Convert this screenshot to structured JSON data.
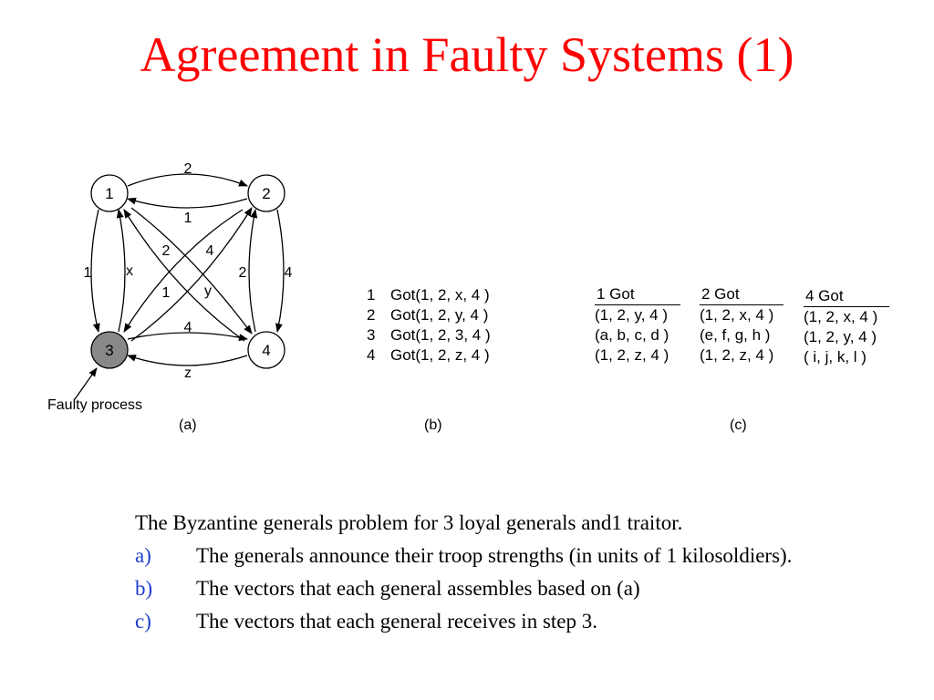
{
  "slide": {
    "title": "Agreement in Faulty Systems (1)"
  },
  "diagram_a": {
    "nodes": [
      "1",
      "2",
      "3",
      "4"
    ],
    "edge_labels": {
      "top_2": "2",
      "top_1": "1",
      "cross_2": "2",
      "cross_4": "4",
      "left_1": "1",
      "left_x": "x",
      "right_2": "2",
      "right_4": "4",
      "cross_1": "1",
      "cross_y": "y",
      "bottom_4": "4",
      "bottom_z": "z"
    },
    "faulty_label": "Faulty process",
    "caption": "(a)"
  },
  "table_b": {
    "rows": [
      {
        "id": "1",
        "text": "Got(1, 2, x, 4 )"
      },
      {
        "id": "2",
        "text": "Got(1, 2, y, 4 )"
      },
      {
        "id": "3",
        "text": "Got(1, 2, 3, 4 )"
      },
      {
        "id": "4",
        "text": "Got(1, 2, z, 4 )"
      }
    ],
    "caption": "(b)"
  },
  "table_c": {
    "columns": [
      {
        "header": "1 Got",
        "rows": [
          "(1, 2,  y, 4 )",
          "(a, b,  c, d )",
          "(1, 2,  z, 4 )"
        ]
      },
      {
        "header": "2 Got",
        "rows": [
          "(1, 2,  x, 4 )",
          "(e, f,  g, h )",
          "(1, 2,  z, 4 )"
        ]
      },
      {
        "header": "4 Got",
        "rows": [
          "(1, 2,  x, 4 )",
          "(1, 2,  y, 4 )",
          "( i,  j,   k, l )"
        ]
      }
    ],
    "caption": "(c)"
  },
  "description": {
    "lead": "The Byzantine generals problem for 3 loyal generals and1 traitor.",
    "items": [
      {
        "marker": "a)",
        "text": "The generals announce their troop strengths (in units of 1 kilosoldiers)."
      },
      {
        "marker": "b)",
        "text": "The vectors that each general assembles based on (a)"
      },
      {
        "marker": "c)",
        "text": "The vectors that each general receives in step 3."
      }
    ]
  },
  "colors": {
    "title": "#ff0000",
    "list_marker": "#1f3fd0",
    "faulty_node": "#888888"
  }
}
